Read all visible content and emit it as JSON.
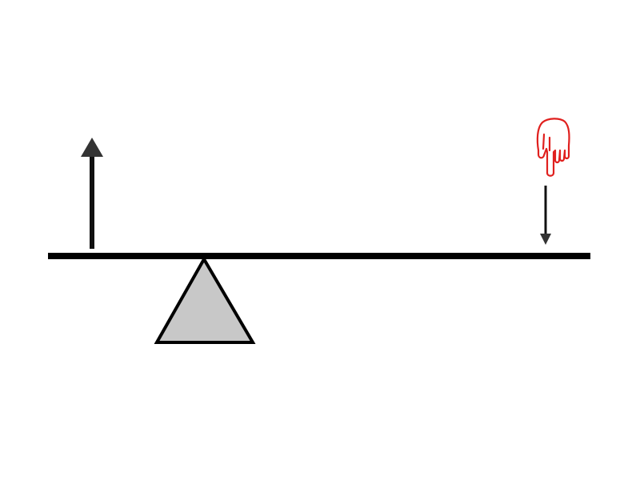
{
  "diagram": {
    "background": "#ffffff",
    "beam_color": "#000000",
    "fulcrum_fill": "#c8c8c8",
    "up_arrow_color": "#222222",
    "down_arrow_color": "#222222",
    "hand_color": "#e0201e",
    "elements": [
      "lever-beam",
      "fulcrum-triangle",
      "upward-force-arrow",
      "downward-force-arrow",
      "pointing-hand-icon"
    ]
  }
}
